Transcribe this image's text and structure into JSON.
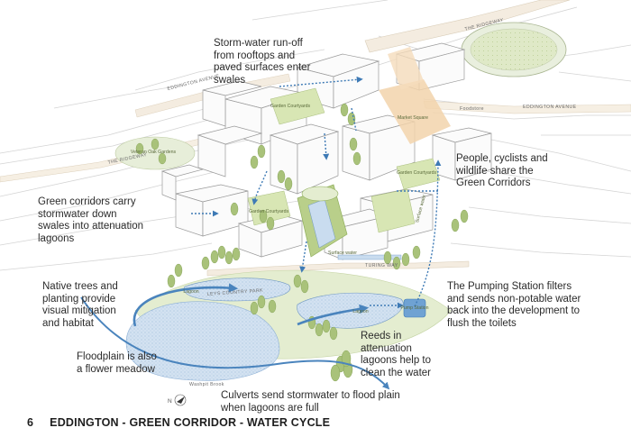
{
  "annotations": {
    "storm_water": [
      "Storm-water run-off",
      "from  rooftops and",
      "paved surfaces enter",
      "swales"
    ],
    "green_corridors": [
      "Green corridors carry",
      "stormwater down",
      "swales into attenuation",
      "lagoons"
    ],
    "people": [
      "People, cyclists and",
      "wildlife share the",
      "Green Corridors"
    ],
    "native_trees": [
      "Native trees and",
      "planting provide",
      "visual mitigation",
      "and habitat"
    ],
    "pumping": [
      "The Pumping Station filters",
      "and sends non-potable water",
      "back into the development to",
      "flush the toilets"
    ],
    "reeds": [
      "Reeds in",
      "attenuation",
      "lagoons help to",
      "clean the water"
    ],
    "floodplain": [
      "Floodplain is also",
      "a flower meadow"
    ],
    "culverts": [
      "Culverts send stormwater to flood plain",
      "when lagoons are full"
    ]
  },
  "map_labels": {
    "the_ridgeway_top": "THE RIDGEWAY",
    "eddington_avenue_left": "EDDINGTON AVENUE",
    "eddington_avenue_right": "EDDINGTON AVENUE",
    "the_ridgeway_left": "THE RIDGEWAY",
    "garden_courtyards_1": "Garden Courtyards",
    "garden_courtyards_2": "Garden Courtyards",
    "garden_courtyards_3": "Garden Courtyards",
    "market_square": "Market Square",
    "foodstore": "Foodstore",
    "veteran_oak": "Veteran Oak Gardens",
    "turing_way": "TURING WAY",
    "surface_water": "Surface water",
    "surface_water_channel": "Surface water",
    "leys_country_park": "LEYS COUNTRY PARK",
    "lagoon_1": "Lagoon",
    "lagoon_2": "Lagoon",
    "pump_station": "Pump Station",
    "washpit_brook": "Washpit Brook",
    "north": "N"
  },
  "footer": {
    "page_number": "6",
    "title": "EDDINGTON - GREEN CORRIDOR - WATER CYCLE"
  },
  "colors": {
    "water": "#4a84bd",
    "lagoon": "#c9dcef",
    "green": "#b9cf8a",
    "tree": "#8fae5c",
    "market": "#f2d3ac"
  }
}
